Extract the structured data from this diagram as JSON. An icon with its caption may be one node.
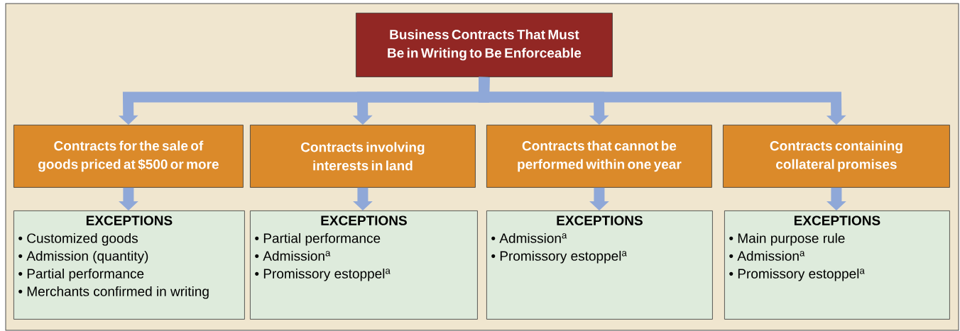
{
  "diagram": {
    "nodes": [
      {
        "text": [
          "Business Contracts That Must Be in Writing to Be Enforceable"
        ]
      },
      {
        "text": [
          "Contracts for the sale of goods priced at $500 or more"
        ]
      },
      {
        "text": [
          "Contracts involving interests in land"
        ]
      },
      {
        "text": [
          "Contracts that cannot be performed within one year"
        ]
      },
      {
        "text": [
          "Contracts containing collateral promises"
        ]
      },
      {
        "text": [
          "EXCEPTIONS",
          "• Customized goods",
          "• Admission (quantity)",
          "• Partial performance",
          "• Merchants confirmed in writing"
        ]
      },
      {
        "text": [
          "EXCEPTIONS",
          "• Partial performance",
          "• Admission$^{a}$",
          "• Promissory estoppel$^{a}$"
        ]
      },
      {
        "text": [
          "EXCEPTIONS",
          "• Admission$^{a}$",
          "• Promissory estoppel$^{a}$"
        ]
      },
      {
        "text": [
          "EXCEPTIONS",
          "• Main purpose rule",
          "• Admission$^{a}$",
          "• Promissory estoppel$^{a}$"
        ]
      }
    ],
    "edges": [
      {
        "from": 0,
        "to": 1,
        "arrow": "to"
      },
      {
        "from": 0,
        "to": 2,
        "arrow": "to"
      },
      {
        "from": 0,
        "to": 3,
        "arrow": "to"
      },
      {
        "from": 0,
        "to": 4,
        "arrow": "to"
      },
      {
        "from": 1,
        "to": 5,
        "arrow": "to"
      },
      {
        "from": 2,
        "to": 6,
        "arrow": "to"
      },
      {
        "from": 3,
        "to": 7,
        "arrow": "to"
      },
      {
        "from": 4,
        "to": 8,
        "arrow": "to"
      }
    ]
  }
}
